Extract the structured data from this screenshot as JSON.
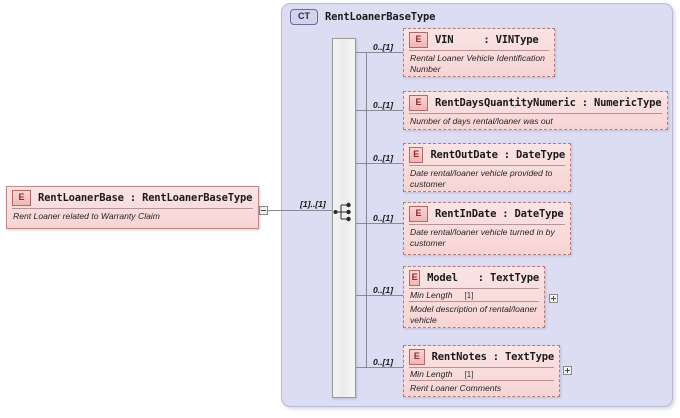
{
  "diagram": {
    "kind": "xsd-schema-diagram",
    "colors": {
      "element_fill": "#fbe4e4",
      "element_border": "#c08a8a",
      "container_fill": "#dcdcf2",
      "container_border": "#b9b9d8",
      "sequence_fill": "#efefef",
      "connector_line": "#8a8a96"
    }
  },
  "root_element": {
    "badge": "E",
    "name": "RentLoanerBase : RentLoanerBaseType",
    "description": "Rent Loaner related to Warranty Claim",
    "expander": "minus-expander",
    "cardinality": "[1]..[1]"
  },
  "complex_type": {
    "badge": "CT",
    "title": "RentLoanerBaseType",
    "compositor": "sequence"
  },
  "children": [
    {
      "badge": "E",
      "name": "VIN",
      "type": ": VINType",
      "cardinality": "0..[1]",
      "description": "Rental Loaner Vehicle Identification Number",
      "facet": null,
      "expander": null
    },
    {
      "badge": "E",
      "name": "RentDaysQuantityNumeric",
      "type": ": NumericType",
      "cardinality": "0..[1]",
      "description": "Number of days rental/loaner was out",
      "facet": null,
      "expander": null
    },
    {
      "badge": "E",
      "name": "RentOutDate",
      "type": ": DateType",
      "cardinality": "0..[1]",
      "description": "Date rental/loaner vehicle provided to customer",
      "facet": null,
      "expander": null
    },
    {
      "badge": "E",
      "name": "RentInDate",
      "type": ": DateType",
      "cardinality": "0..[1]",
      "description": "Date rental/loaner vehicle turned in by customer",
      "facet": null,
      "expander": null
    },
    {
      "badge": "E",
      "name": "Model",
      "type": ": TextType",
      "cardinality": "0..[1]",
      "description": "Model description of rental/loaner vehicle",
      "facet": {
        "label": "Min Length",
        "value": "[1]"
      },
      "expander": "plus-expander"
    },
    {
      "badge": "E",
      "name": "RentNotes",
      "type": ": TextType",
      "cardinality": "0..[1]",
      "description": "Rent Loaner Comments",
      "facet": {
        "label": "Min Length",
        "value": "[1]"
      },
      "expander": "plus-expander"
    }
  ]
}
